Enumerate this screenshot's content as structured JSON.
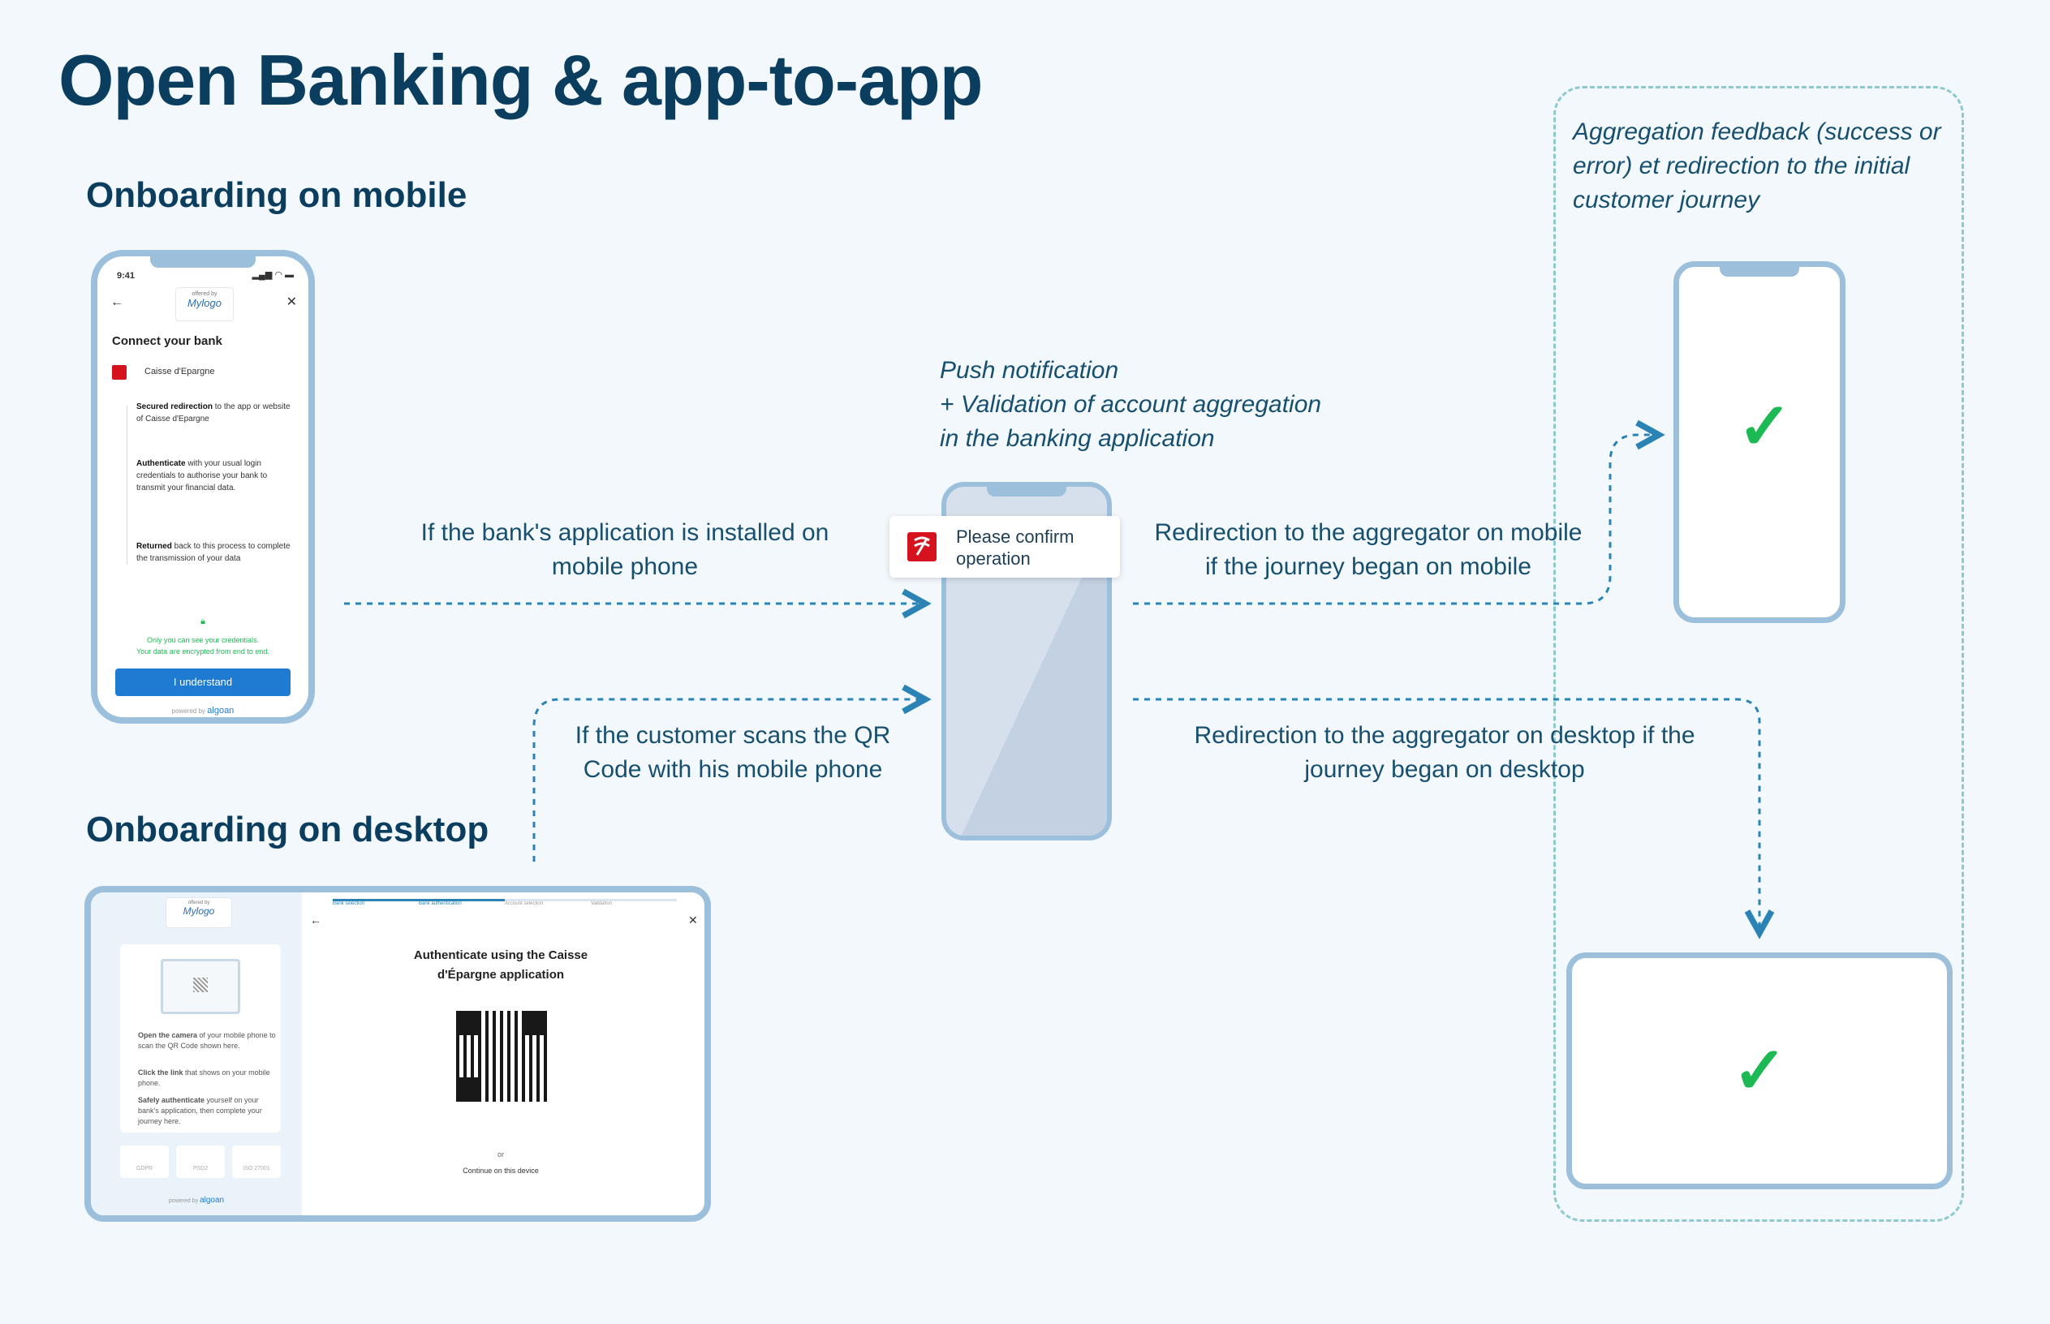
{
  "title": "Open Banking & app-to-app",
  "sections": {
    "mobile": "Onboarding on mobile",
    "desktop": "Onboarding on desktop"
  },
  "labels": {
    "bank_app_installed": "If the bank's application is installed on mobile phone",
    "scan_qr": "If the customer scans the QR Code with his mobile phone",
    "push_notification": "Push notification\n+ Validation of account aggregation\nin the banking application",
    "redirect_mobile": "Redirection to the aggregator on mobile if the journey began on mobile",
    "redirect_desktop": "Redirection to the aggregator on desktop if the journey began on desktop",
    "feedback": "Aggregation feedback (success or error) et redirection to the initial customer journey"
  },
  "notification": {
    "text": "Please confirm operation"
  },
  "mobile_mockup": {
    "time": "9:41",
    "offered_by": "offered by",
    "logo": "Mylogo",
    "heading": "Connect your bank",
    "bank_name": "Caisse d'Epargne",
    "steps": [
      {
        "bold": "Secured redirection",
        "text": " to the app or website of Caisse d'Epargne"
      },
      {
        "bold": "Authenticate",
        "text": " with your usual login credentials to authorise your bank to transmit your financial data."
      },
      {
        "bold": "Returned",
        "text": " back to this process to complete the transmission of your data"
      }
    ],
    "security_note_1": "Only you can see your credentials.",
    "security_note_2": "Your data are encrypted from end to end.",
    "button": "I understand",
    "powered_by": "powered by",
    "brand": "algoan"
  },
  "desktop_mockup": {
    "offered_by": "offered by",
    "logo": "Mylogo",
    "tabs": [
      "Bank selection",
      "Bank authentication",
      "Account selection",
      "Validation"
    ],
    "heading": "Authenticate using the Caisse d'Épargne application",
    "or": "or",
    "continue": "Continue on this device",
    "steps": [
      {
        "bold": "Open the camera",
        "text": " of your mobile phone to scan the QR Code shown here."
      },
      {
        "bold": "Click the link",
        "text": " that shows on your mobile phone."
      },
      {
        "bold": "Safely authenticate",
        "text": " yourself on your bank's application, then complete your journey here."
      }
    ],
    "badges": [
      "GDPR",
      "PSD2",
      "ISO 27001"
    ],
    "powered_by": "powered by",
    "brand": "algoan"
  },
  "colors": {
    "background": "#f3f8fd",
    "title": "#0b3d5e",
    "arrow": "#2b83b5",
    "device_border": "#9cc0dc",
    "success": "#1db954",
    "dashed_box": "#8ec9cd",
    "button": "#1f7bd1",
    "bank_red": "#d7121f"
  },
  "icons": {
    "success": "checkmark-icon",
    "bank": "caisse-epargne-logo"
  }
}
